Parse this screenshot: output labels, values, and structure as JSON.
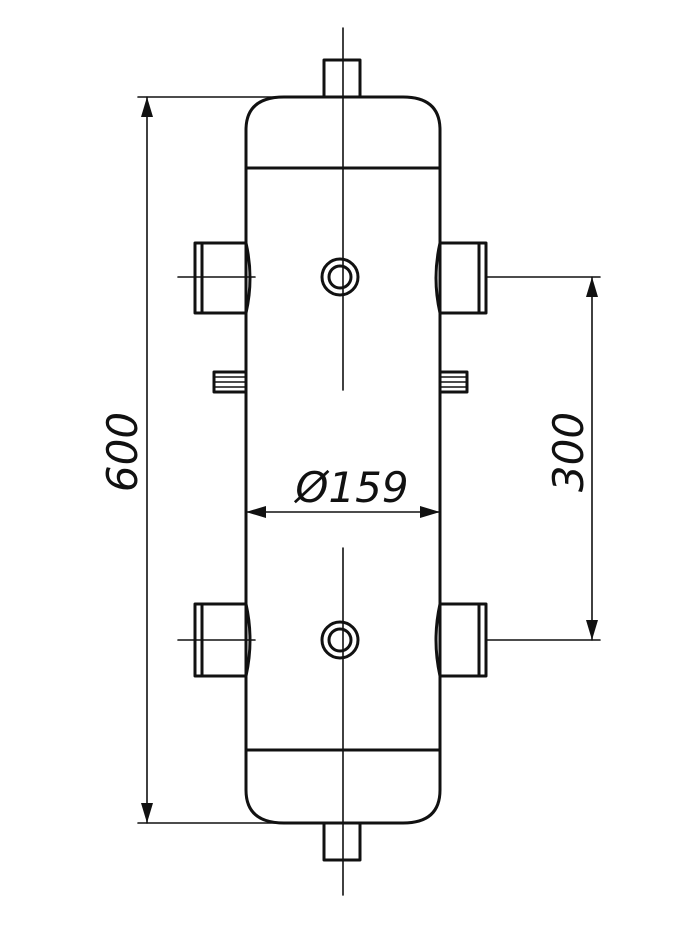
{
  "drawing": {
    "dimensions": {
      "overall_height": "600",
      "inlet_spacing": "300",
      "diameter": "Ø159"
    },
    "colors": {
      "line": "#111111",
      "background": "#ffffff"
    }
  }
}
